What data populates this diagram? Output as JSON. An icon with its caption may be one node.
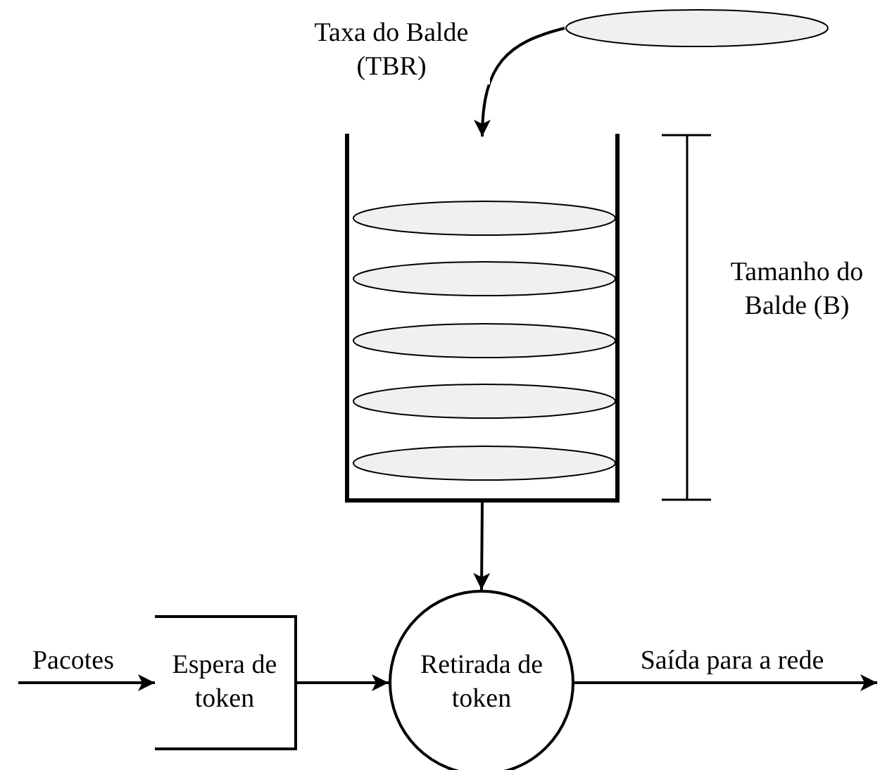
{
  "diagram": {
    "nodes": [
      {
        "text": [],
        "shape": "ellipse"
      },
      {
        "text": [],
        "shape": "bucket"
      },
      {
        "text": [],
        "shape": "ellipse",
        "in": 1
      },
      {
        "text": [],
        "shape": "ellipse",
        "in": 1
      },
      {
        "text": [],
        "shape": "ellipse",
        "in": 1
      },
      {
        "text": [],
        "shape": "ellipse",
        "in": 1
      },
      {
        "text": [],
        "shape": "ellipse",
        "in": 1
      },
      {
        "text": [
          "Espera de token"
        ]
      },
      {
        "text": [
          "Retirada de token"
        ]
      }
    ],
    "edges": [
      {
        "from": 0,
        "to": 1,
        "arrow": "to",
        "label": "Taxa do Balde (TBR)"
      },
      {
        "from": 1,
        "to": 8,
        "arrow": "to"
      },
      {
        "from": null,
        "to": 7,
        "arrow": "to",
        "label": "Pacotes"
      },
      {
        "from": 7,
        "to": 8,
        "arrow": "to"
      },
      {
        "from": 8,
        "to": null,
        "arrow": "to",
        "label": "Saída para a rede"
      }
    ],
    "labels": [
      "Tamanho do Balde (B)"
    ]
  }
}
